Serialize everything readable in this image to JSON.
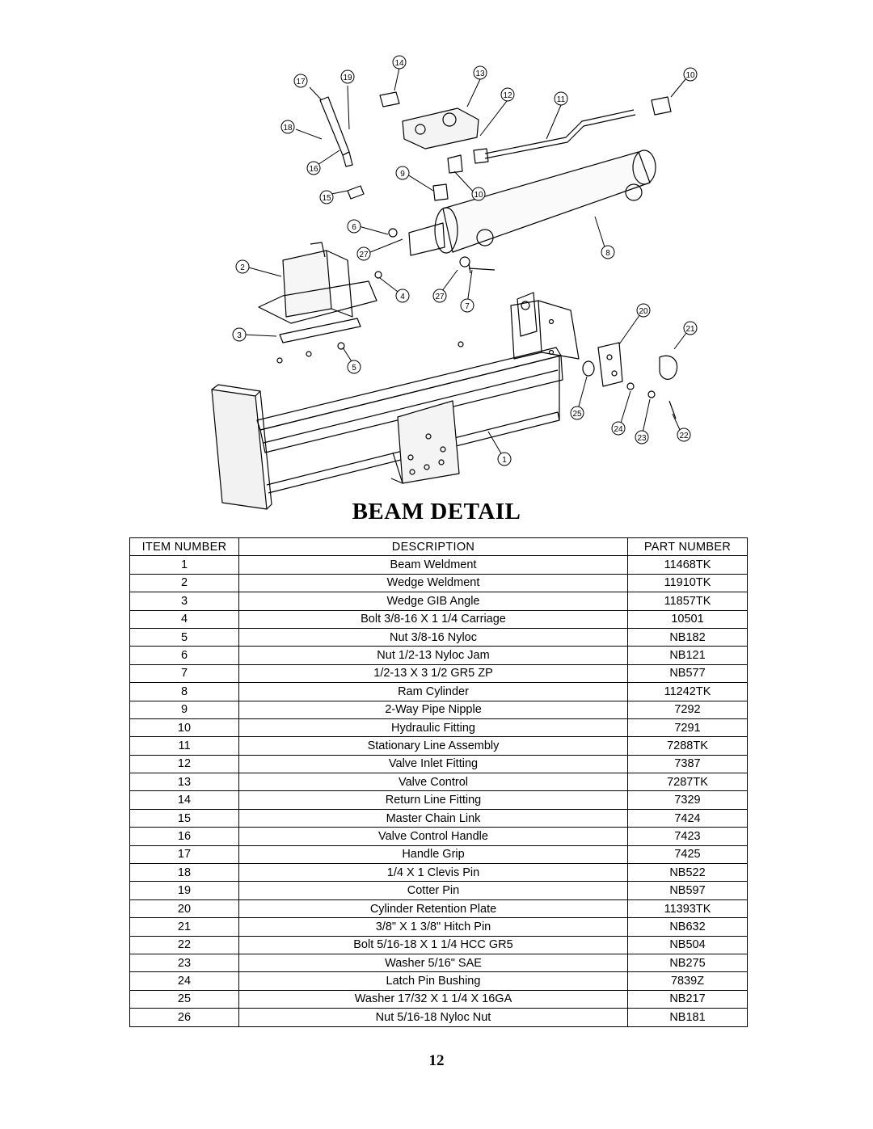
{
  "title": "BEAM DETAIL",
  "page_number": "12",
  "diagram": {
    "callouts": [
      "1",
      "2",
      "3",
      "4",
      "5",
      "6",
      "7",
      "8",
      "9",
      "10",
      "10",
      "11",
      "12",
      "13",
      "14",
      "15",
      "16",
      "17",
      "18",
      "19",
      "20",
      "21",
      "22",
      "23",
      "24",
      "25",
      "27",
      "27"
    ]
  },
  "table": {
    "headers": {
      "item": "ITEM NUMBER",
      "description": "DESCRIPTION",
      "part": "PART NUMBER"
    },
    "rows": [
      {
        "item": "1",
        "description": "Beam Weldment",
        "part": "11468TK"
      },
      {
        "item": "2",
        "description": "Wedge Weldment",
        "part": "11910TK"
      },
      {
        "item": "3",
        "description": "Wedge GIB Angle",
        "part": "11857TK"
      },
      {
        "item": "4",
        "description": "Bolt 3/8-16 X 1 1/4 Carriage",
        "part": "10501"
      },
      {
        "item": "5",
        "description": "Nut 3/8-16 Nyloc",
        "part": "NB182"
      },
      {
        "item": "6",
        "description": "Nut 1/2-13 Nyloc Jam",
        "part": "NB121"
      },
      {
        "item": "7",
        "description": "1/2-13 X 3 1/2 GR5 ZP",
        "part": "NB577"
      },
      {
        "item": "8",
        "description": "Ram Cylinder",
        "part": "11242TK"
      },
      {
        "item": "9",
        "description": "2-Way Pipe Nipple",
        "part": "7292"
      },
      {
        "item": "10",
        "description": "Hydraulic Fitting",
        "part": "7291"
      },
      {
        "item": "11",
        "description": "Stationary Line Assembly",
        "part": "7288TK"
      },
      {
        "item": "12",
        "description": "Valve Inlet Fitting",
        "part": "7387"
      },
      {
        "item": "13",
        "description": "Valve Control",
        "part": "7287TK"
      },
      {
        "item": "14",
        "description": "Return Line Fitting",
        "part": "7329"
      },
      {
        "item": "15",
        "description": "Master Chain Link",
        "part": "7424"
      },
      {
        "item": "16",
        "description": "Valve Control Handle",
        "part": "7423"
      },
      {
        "item": "17",
        "description": "Handle Grip",
        "part": "7425"
      },
      {
        "item": "18",
        "description": "1/4 X 1 Clevis Pin",
        "part": "NB522"
      },
      {
        "item": "19",
        "description": "Cotter Pin",
        "part": "NB597"
      },
      {
        "item": "20",
        "description": "Cylinder Retention Plate",
        "part": "11393TK"
      },
      {
        "item": "21",
        "description": "3/8\" X 1 3/8\" Hitch Pin",
        "part": "NB632"
      },
      {
        "item": "22",
        "description": "Bolt 5/16-18 X 1 1/4 HCC GR5",
        "part": "NB504"
      },
      {
        "item": "23",
        "description": "Washer 5/16\" SAE",
        "part": "NB275"
      },
      {
        "item": "24",
        "description": "Latch Pin Bushing",
        "part": "7839Z"
      },
      {
        "item": "25",
        "description": "Washer 17/32 X 1 1/4 X 16GA",
        "part": "NB217"
      },
      {
        "item": "26",
        "description": "Nut 5/16-18 Nyloc Nut",
        "part": "NB181"
      }
    ]
  }
}
